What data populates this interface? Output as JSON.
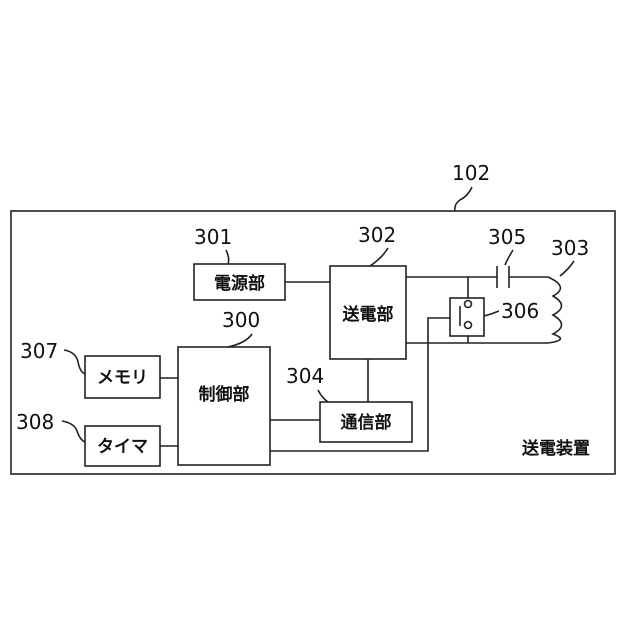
{
  "device": {
    "ref": "102",
    "label": "送電装置"
  },
  "blocks": {
    "power_source": {
      "ref": "301",
      "label": "電源部"
    },
    "power_transmitter": {
      "ref": "302",
      "label": "送電部"
    },
    "controller": {
      "ref": "300",
      "label": "制御部"
    },
    "communicator": {
      "ref": "304",
      "label": "通信部"
    },
    "memory": {
      "ref": "307",
      "label": "メモリ"
    },
    "timer": {
      "ref": "308",
      "label": "タイマ"
    }
  },
  "components": {
    "coil": {
      "ref": "303"
    },
    "capacitor": {
      "ref": "305"
    },
    "switch": {
      "ref": "306"
    }
  }
}
